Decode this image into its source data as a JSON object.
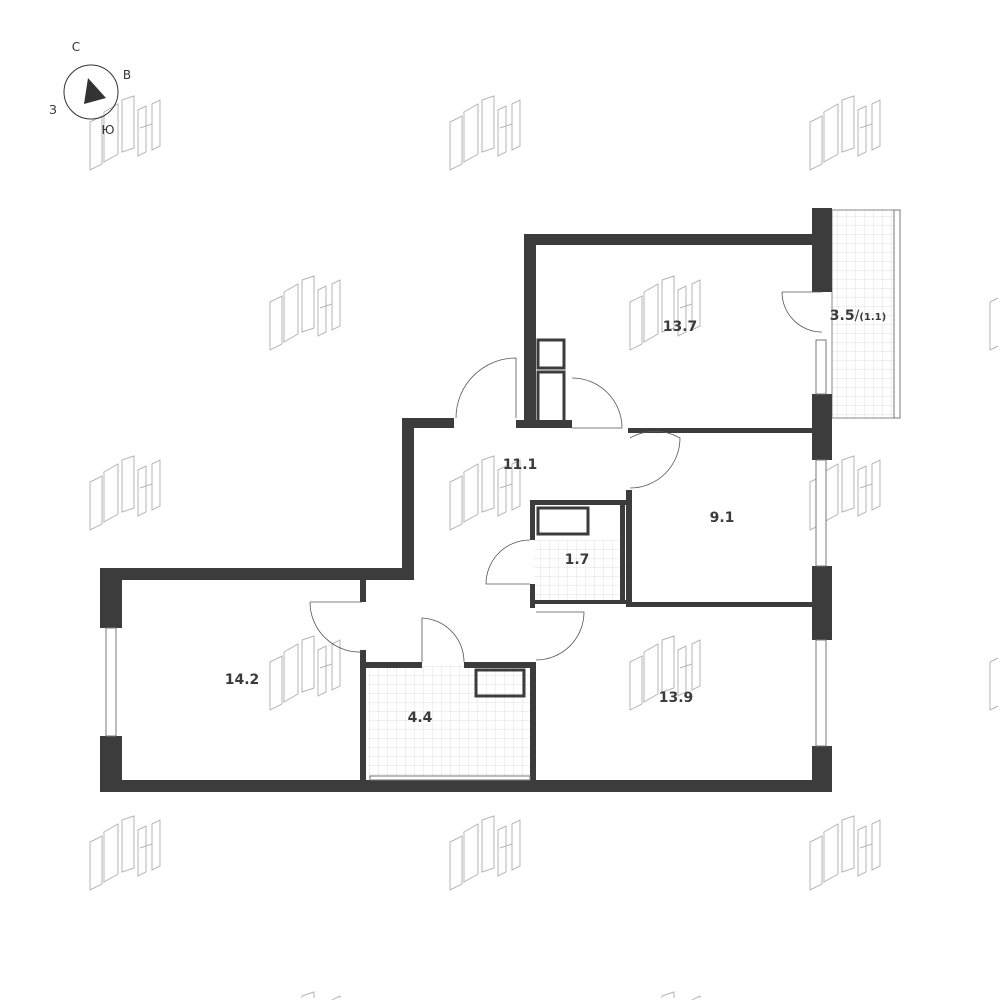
{
  "compass": {
    "north": "С",
    "east": "В",
    "west": "З",
    "south": "Ю"
  },
  "rooms": [
    {
      "id": "bedroom-1",
      "area": "13.7"
    },
    {
      "id": "balcony",
      "area": "3.5",
      "area_reduced": "(1.1)",
      "separator": "/"
    },
    {
      "id": "hall",
      "area": "11.1"
    },
    {
      "id": "bedroom-2",
      "area": "9.1"
    },
    {
      "id": "bathroom-small",
      "area": "1.7"
    },
    {
      "id": "living",
      "area": "14.2"
    },
    {
      "id": "bathroom",
      "area": "4.4"
    },
    {
      "id": "kitchen",
      "area": "13.9"
    }
  ],
  "colors": {
    "wall": "#3c3c3c",
    "thin": "#555555",
    "watermark": "#b5b5b5",
    "tile": "#d8d8d8"
  }
}
